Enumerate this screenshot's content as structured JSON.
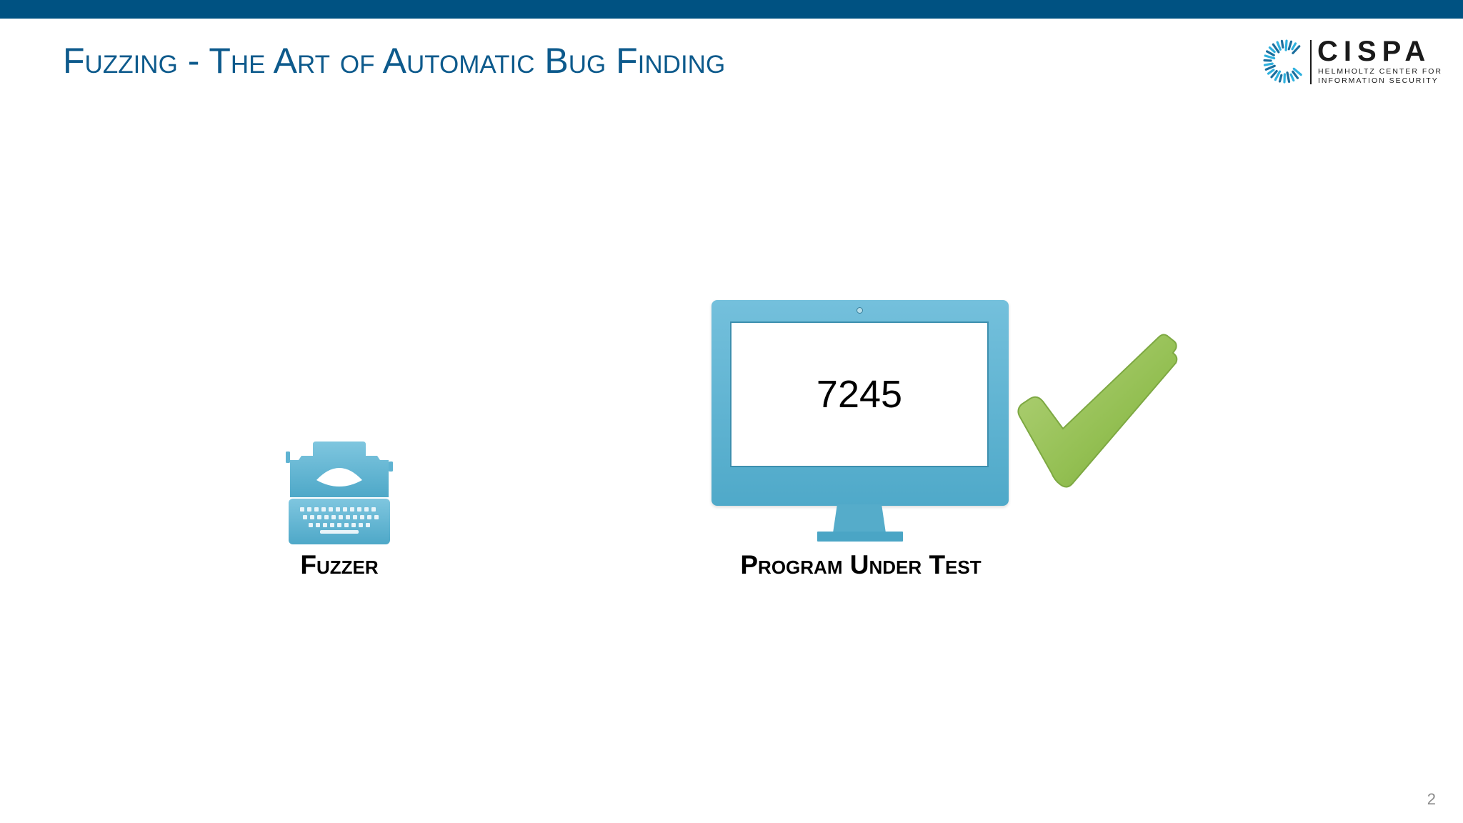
{
  "slide": {
    "title": "Fuzzing - The Art of Automatic Bug Finding",
    "page_number": "2"
  },
  "logo": {
    "name": "CISPA",
    "subtitle_line1": "HELMHOLTZ CENTER FOR",
    "subtitle_line2": "INFORMATION SECURITY"
  },
  "fuzzer": {
    "label": "Fuzzer",
    "icon": "typewriter-icon"
  },
  "program": {
    "label": "Program Under Test",
    "screen_value": "7245",
    "icon": "monitor-icon"
  },
  "result": {
    "icon": "checkmark-icon",
    "color": "#8db84a"
  },
  "colors": {
    "top_bar": "#005282",
    "title": "#0d5a8c",
    "icon_blue": "#5fb3d2"
  }
}
